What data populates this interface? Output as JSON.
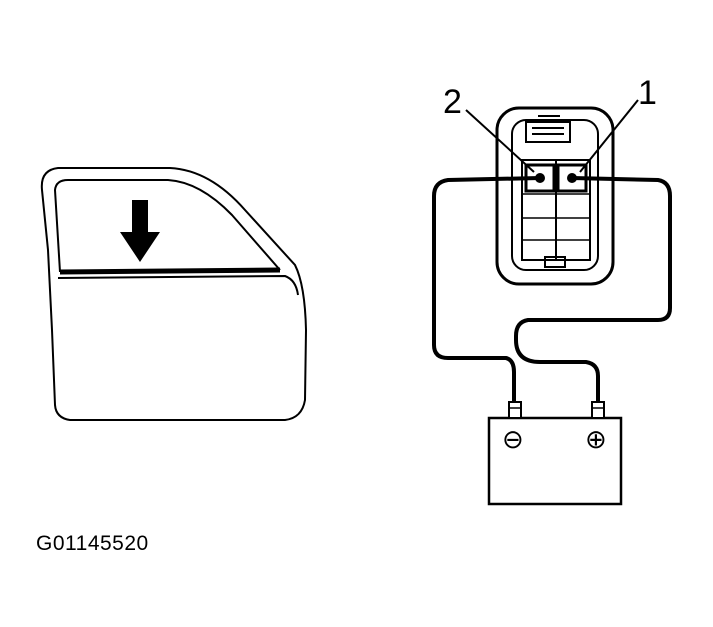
{
  "labels": {
    "terminal_1": "1",
    "terminal_2": "2",
    "battery_negative": "⊖",
    "battery_positive": "⊕"
  },
  "figure_code": "G01145520",
  "icons": {
    "arrow": "arrow-down-icon",
    "door": "car-door-icon",
    "battery": "battery-icon"
  }
}
